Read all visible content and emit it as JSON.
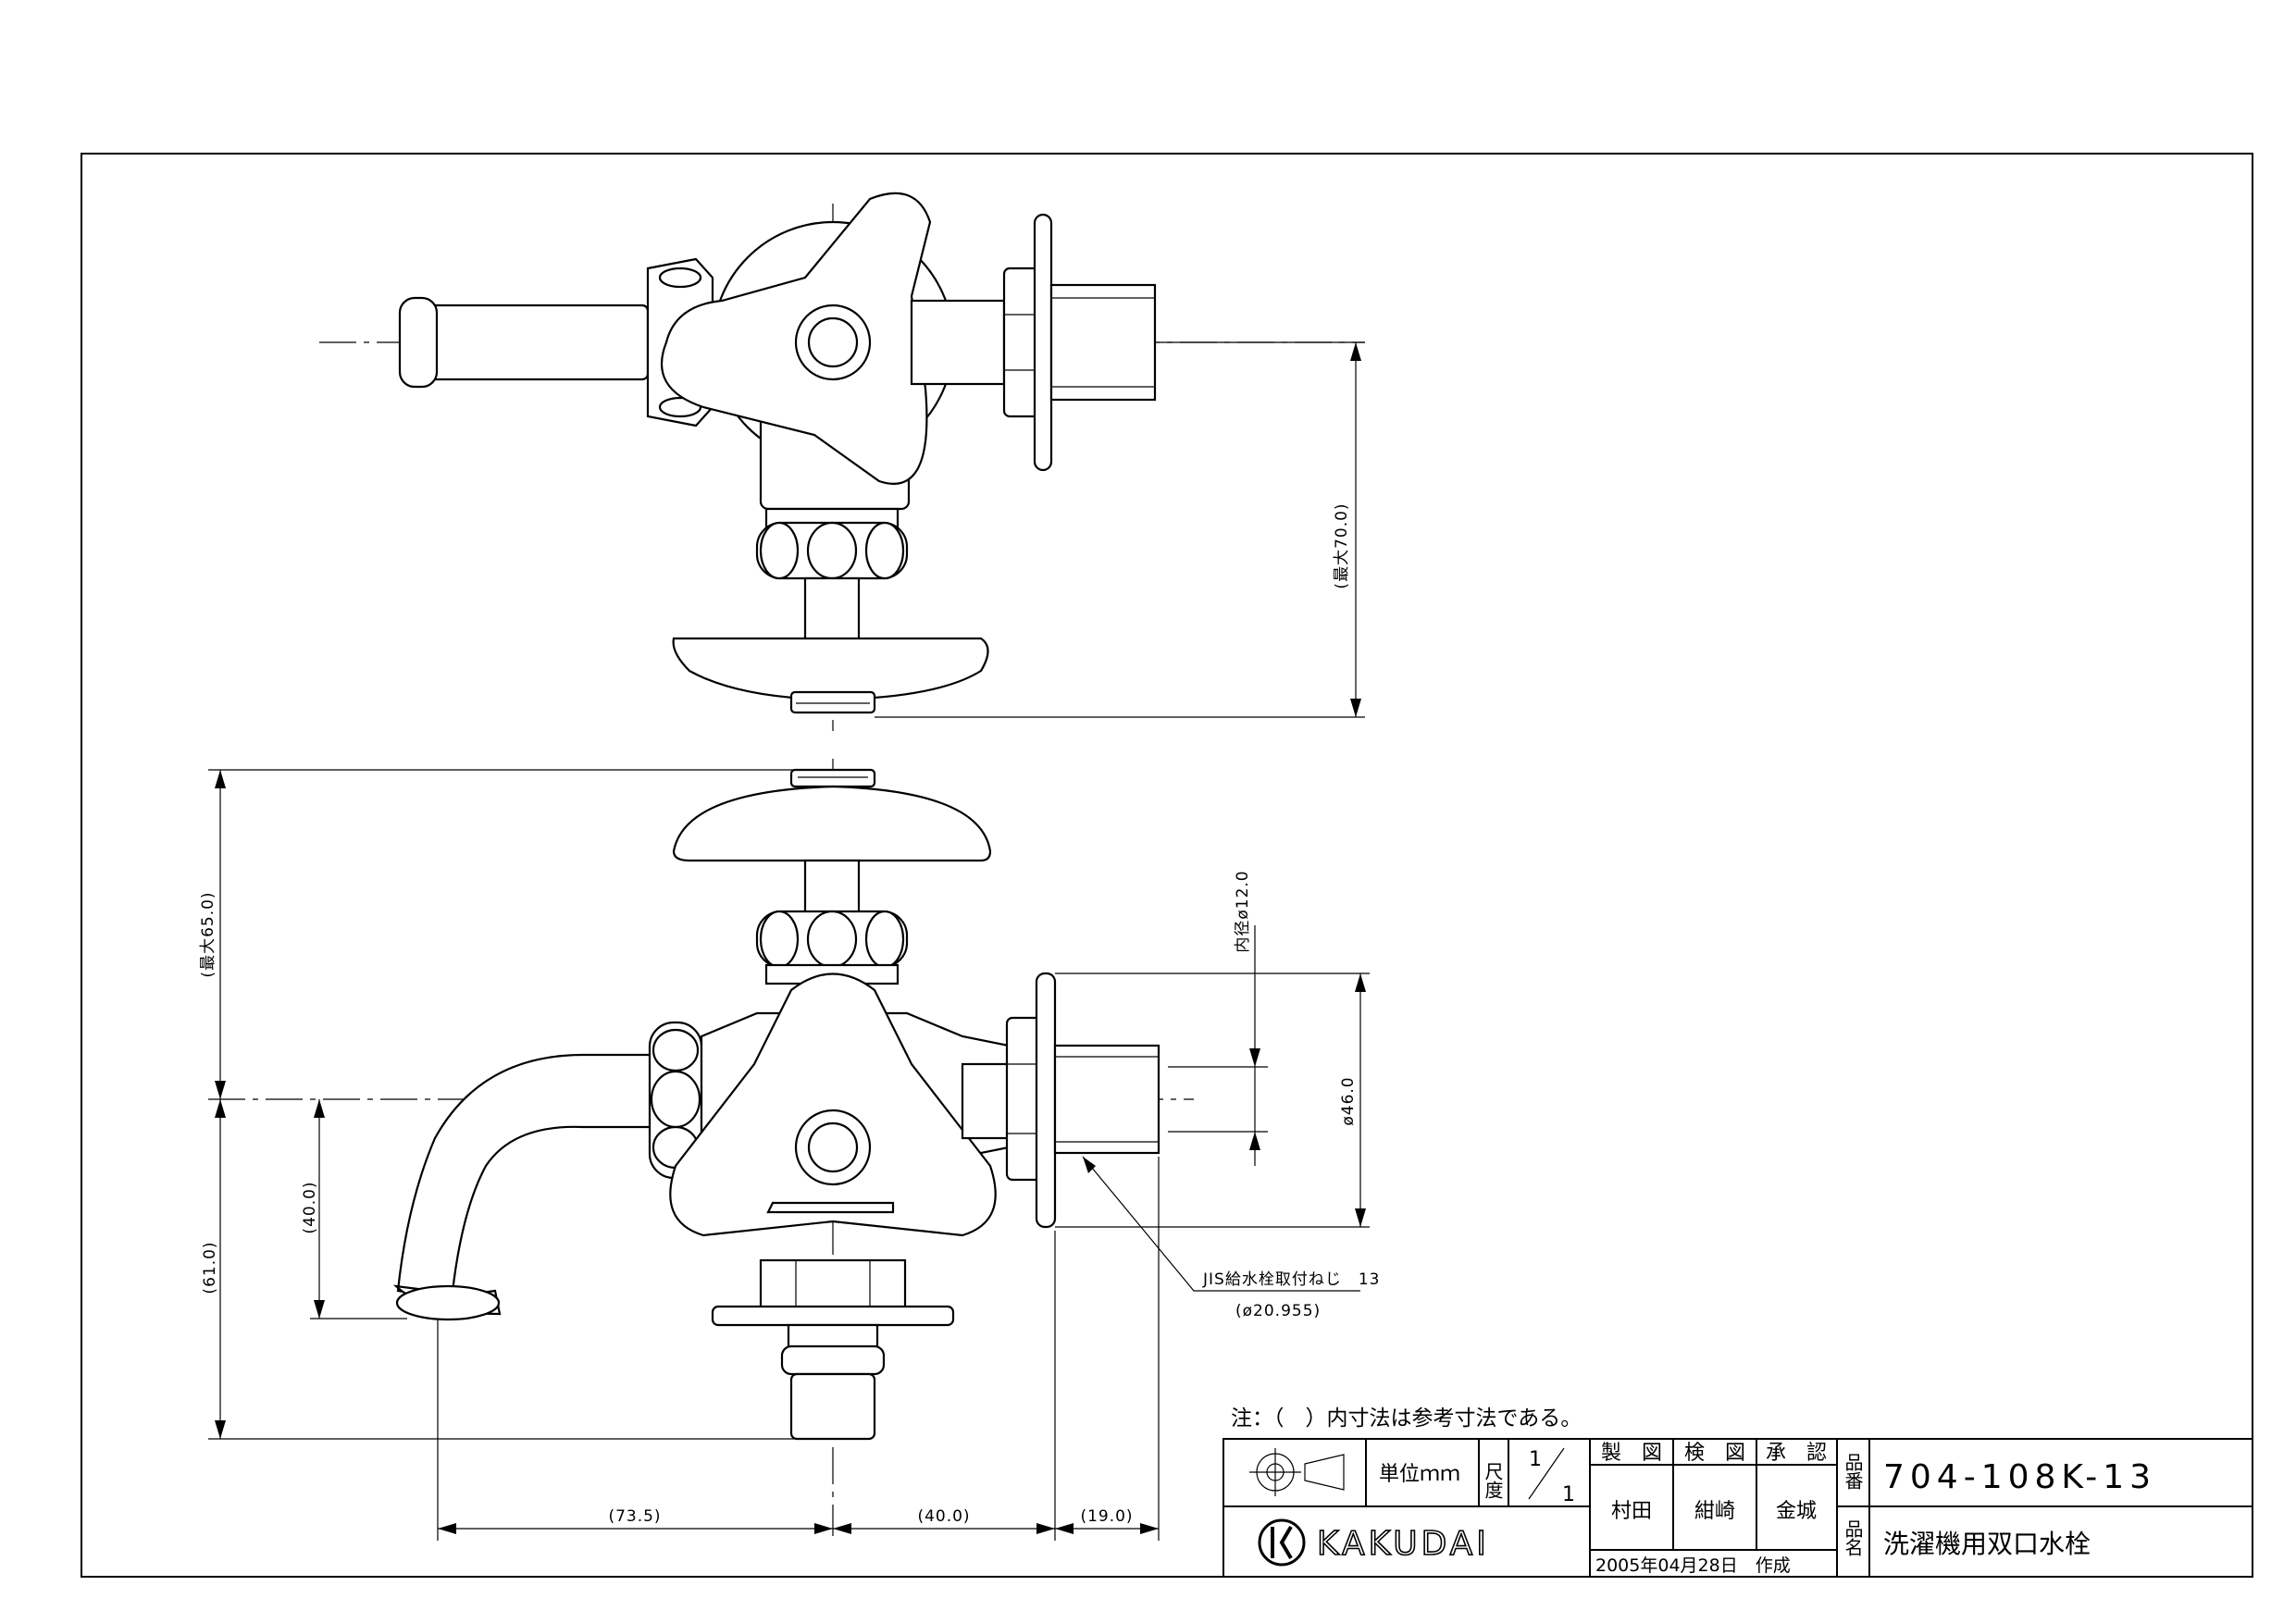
{
  "drawing": {
    "note": "注：（　）内寸法は参考寸法である。",
    "dimensions": {
      "top_view_height": "(最大70.0)",
      "front_height": "(最大65.0)",
      "spout_drop": "(40.0)",
      "lower_height": "(61.0)",
      "inner_diameter": "内径ø12.0",
      "flange_diameter": "ø46.0",
      "thread_note": "JIS給水栓取付ねじ　13",
      "thread_size": "(ø20.955)",
      "spout_reach": "(73.5)",
      "center_to_wall": "(40.0)",
      "thread_length": "(19.0)"
    }
  },
  "title_block": {
    "symbol_icon": "third-angle-projection-icon",
    "unit_label": "単位ｍｍ",
    "scale_label": "尺度",
    "scale_num": "1",
    "scale_den": "1",
    "drawn_label": "製　図",
    "checked_label": "検　図",
    "approved_label": "承　認",
    "drawn_by": "村田",
    "checked_by": "紺崎",
    "approved_by": "金城",
    "part_no_label": "品番",
    "part_no": "704-108K-13",
    "part_name_label": "品名",
    "part_name": "洗濯機用双口水栓",
    "date": "2005年04月28日　作成",
    "logo_text": "KAKUDAI"
  }
}
